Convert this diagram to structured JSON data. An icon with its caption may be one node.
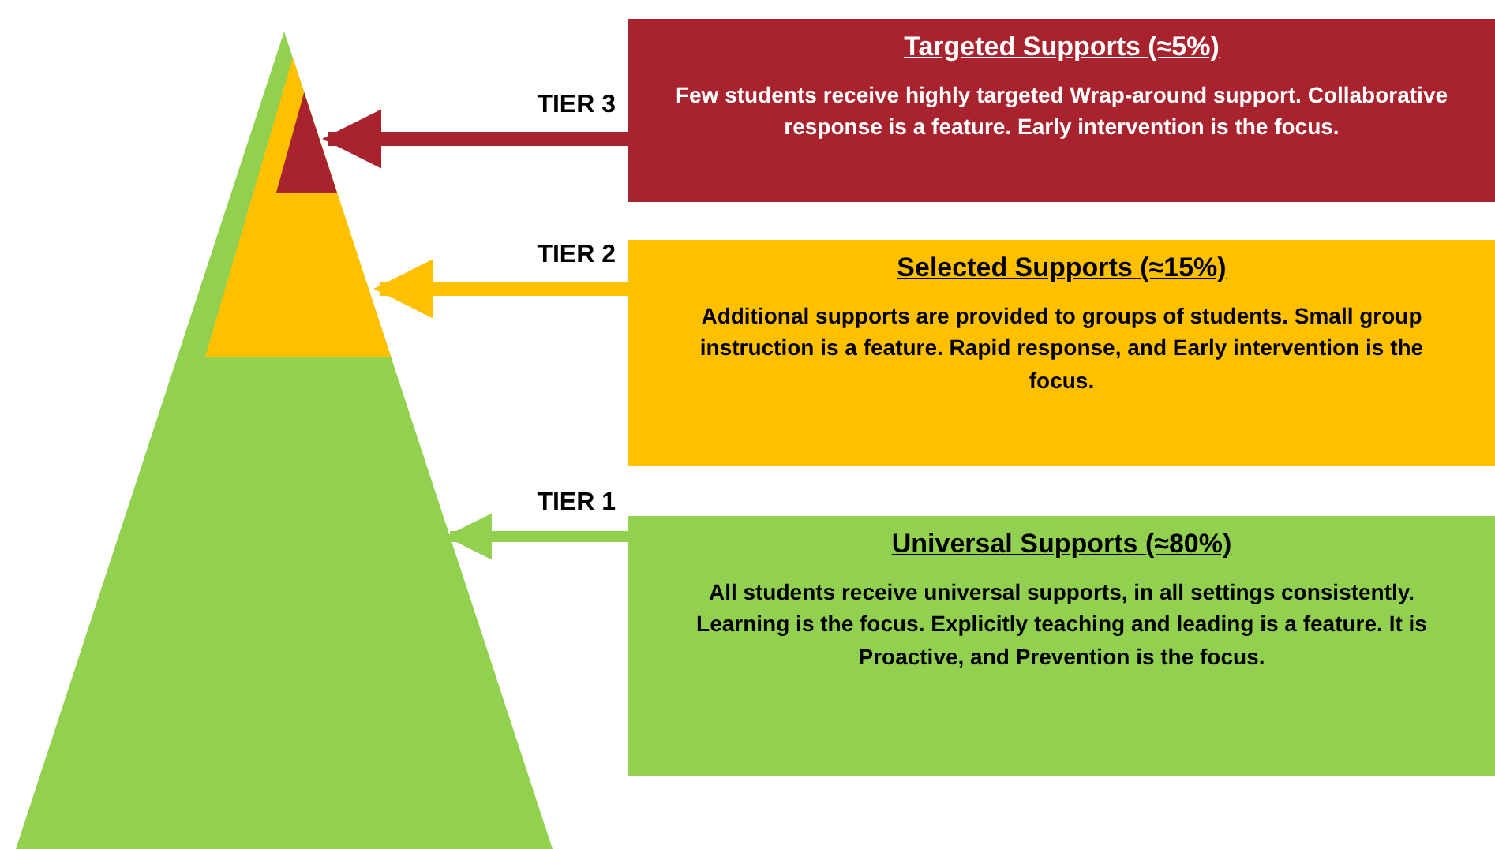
{
  "diagram": {
    "nodes": [
      {
        "text": [],
        "shape": "triangle",
        "in": 1
      },
      {
        "text": [],
        "shape": "triangle",
        "in": 2
      },
      {
        "text": [],
        "shape": "triangle"
      },
      {
        "text": [
          "Targeted Supports (≈5%)",
          "Few students receive highly targeted Wrap-around support. Collaborative response is a feature. Early intervention is the focus."
        ]
      },
      {
        "text": [
          "Selected Supports (≈15%)",
          "Additional supports are provided to groups of students. Small group instruction is a feature. Rapid response, and Early intervention is the focus."
        ]
      },
      {
        "text": [
          "Universal Supports (≈80%)",
          "All students receive universal supports, in all settings consistently. Learning is the focus. Explicitly teaching and leading is a feature. It is Proactive, and Prevention is the focus."
        ]
      }
    ],
    "edges": [
      {
        "from": 3,
        "to": 0,
        "arrow": "to",
        "label": "TIER 3",
        "color": "#a8232e"
      },
      {
        "from": 4,
        "to": 1,
        "arrow": "to",
        "label": "TIER 2",
        "color": "#ffc000"
      },
      {
        "from": 5,
        "to": 2,
        "arrow": "to",
        "label": "TIER 1",
        "color": "#92d050"
      }
    ]
  }
}
